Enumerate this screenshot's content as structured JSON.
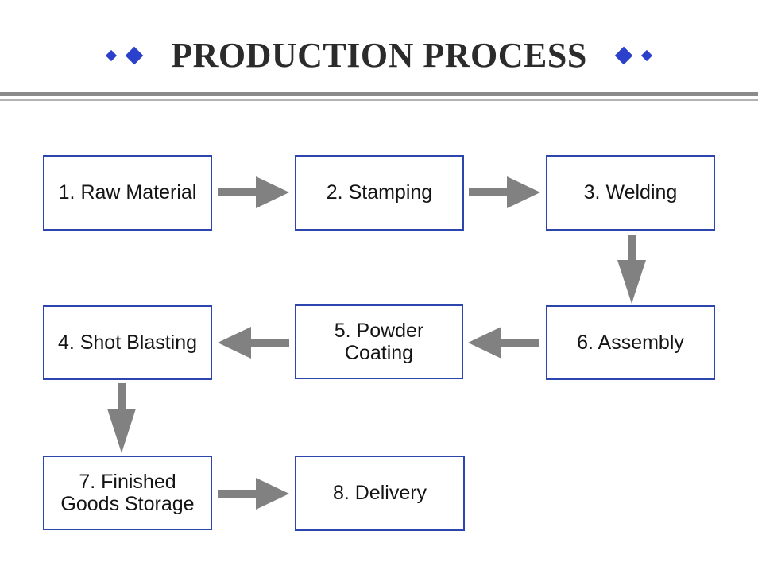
{
  "slide": {
    "title": "PRODUCTION PROCESS",
    "colors": {
      "accent_blue": "#2b41cb",
      "box_border_blue": "#2c46ae",
      "arrow_gray": "#818181",
      "divider_gray": "#8b8b8b",
      "title_color": "#2b2b2b"
    },
    "decorations": {
      "left_diamonds": [
        "small-diamond",
        "large-diamond"
      ],
      "right_diamonds": [
        "large-diamond",
        "small-diamond"
      ]
    }
  },
  "flowchart": {
    "nodes": [
      {
        "id": 1,
        "label": "1. Raw Material"
      },
      {
        "id": 2,
        "label": "2. Stamping"
      },
      {
        "id": 3,
        "label": "3. Welding"
      },
      {
        "id": 4,
        "label": "4. Shot Blasting"
      },
      {
        "id": 5,
        "label": "5. Powder Coating"
      },
      {
        "id": 6,
        "label": "6. Assembly"
      },
      {
        "id": 7,
        "label": "7. Finished Goods Storage"
      },
      {
        "id": 8,
        "label": "8. Delivery"
      }
    ],
    "edges": [
      {
        "from": 1,
        "to": 2,
        "direction": "right"
      },
      {
        "from": 2,
        "to": 3,
        "direction": "right"
      },
      {
        "from": 3,
        "to": 6,
        "direction": "down"
      },
      {
        "from": 6,
        "to": 5,
        "direction": "left"
      },
      {
        "from": 5,
        "to": 4,
        "direction": "left"
      },
      {
        "from": 4,
        "to": 7,
        "direction": "down"
      },
      {
        "from": 7,
        "to": 8,
        "direction": "right"
      }
    ]
  }
}
